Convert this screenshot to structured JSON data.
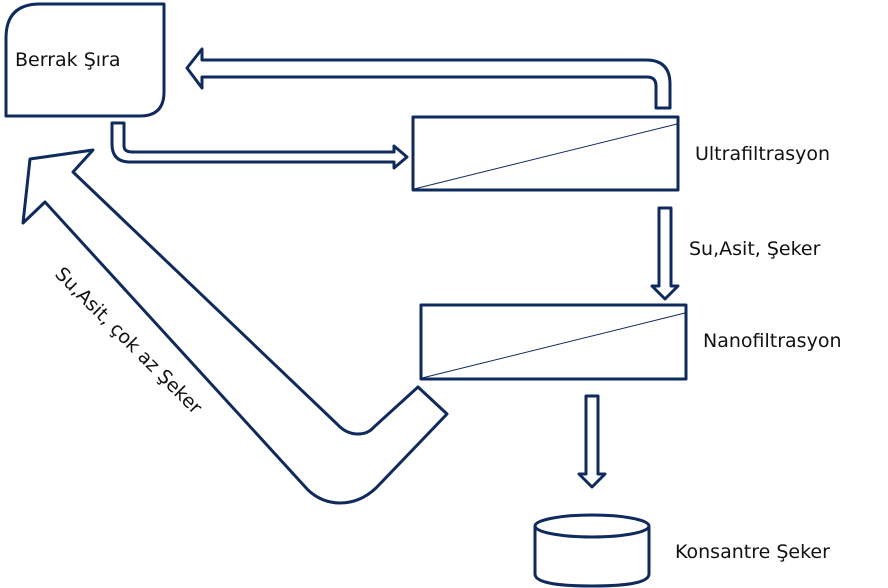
{
  "diagram": {
    "title": "",
    "colors": {
      "stroke": "#0f2a5c",
      "text": "#111111",
      "background": "#ffffff"
    },
    "nodes": {
      "clear_juice": {
        "label": "Berrak Şıra",
        "shape": "rounded-box"
      },
      "ultrafiltration": {
        "label": "Ultrafiltrasyon",
        "shape": "filter-module"
      },
      "nanofiltration": {
        "label": "Nanofiltrasyon",
        "shape": "filter-module"
      },
      "concentrate": {
        "label": "Konsantre Şeker",
        "shape": "cylinder"
      }
    },
    "edges": {
      "juice_to_uf": {
        "from": "Berrak Şıra",
        "to": "Ultrafiltrasyon",
        "label": ""
      },
      "uf_retentate_return": {
        "from": "Ultrafiltrasyon",
        "to": "Berrak Şıra",
        "label": ""
      },
      "uf_to_nf": {
        "from": "Ultrafiltrasyon",
        "to": "Nanofiltrasyon",
        "label": "Su,Asit, Şeker"
      },
      "nf_permeate_return": {
        "from": "Nanofiltrasyon",
        "to": "Berrak Şıra",
        "label": "Su,Asit, çok az Şeker"
      },
      "nf_to_concentrate": {
        "from": "Nanofiltrasyon",
        "to": "Konsantre Şeker",
        "label": ""
      }
    }
  }
}
